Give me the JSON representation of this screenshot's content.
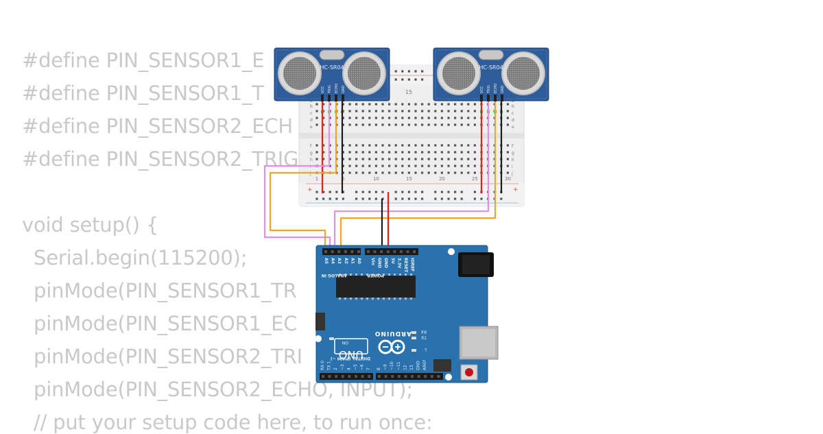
{
  "code_lines": [
    "#define PIN_SENSOR1_E",
    "#define PIN_SENSOR1_T",
    "#define PIN_SENSOR2_ECH",
    "#define PIN_SENSOR2_TRIG",
    "",
    "void setup() {",
    "  Serial.begin(115200);",
    "  pinMode(PIN_SENSOR1_TR",
    "  pinMode(PIN_SENSOR1_EC",
    "  pinMode(PIN_SENSOR2_TRI",
    "  pinMode(PIN_SENSOR2_ECHO, INPUT);",
    "  // put your setup code here, to run once:"
  ],
  "sensors": {
    "label": "HC-SR04",
    "pins": [
      "VCC",
      "TRIG",
      "ECHO",
      "GND"
    ]
  },
  "breadboard": {
    "top_number": "15",
    "row_letters_top": [
      "a",
      "b",
      "c",
      "d",
      "e"
    ],
    "row_letters_bottom": [
      "f",
      "g",
      "h",
      "i",
      "j"
    ],
    "column_numbers": [
      "1",
      "5",
      "10",
      "15",
      "20",
      "25",
      "30"
    ],
    "rail_plus": "+",
    "rail_minus": "-"
  },
  "arduino": {
    "brand": "ARDUINO",
    "model": "UNO",
    "analog_header": "ANALOG IN",
    "analog_pins": [
      "A5",
      "A4",
      "A3",
      "A2",
      "A1",
      "A0"
    ],
    "power_header": "POWER",
    "power_pins": [
      "Vin",
      "GND",
      "GND",
      "5V",
      "3.3V",
      "RESET",
      "IOREF"
    ],
    "digital_header": "DIGITAL (PWM ~)",
    "digital_pins_left": [
      "RX 0",
      "TX 1",
      "2",
      "~3",
      "4",
      "~5",
      "~6",
      "7"
    ],
    "digital_pins_right": [
      "8",
      "~9",
      "~10",
      "~11",
      "12",
      "13",
      "GND",
      "AREF"
    ],
    "led_labels": [
      "RX",
      "TX",
      "L"
    ],
    "on_label": "ON"
  },
  "wire_colors": {
    "vcc": "#e0241b",
    "gnd": "#1a1a1a",
    "trig": "#e58ee6",
    "echo": "#f0a623"
  }
}
